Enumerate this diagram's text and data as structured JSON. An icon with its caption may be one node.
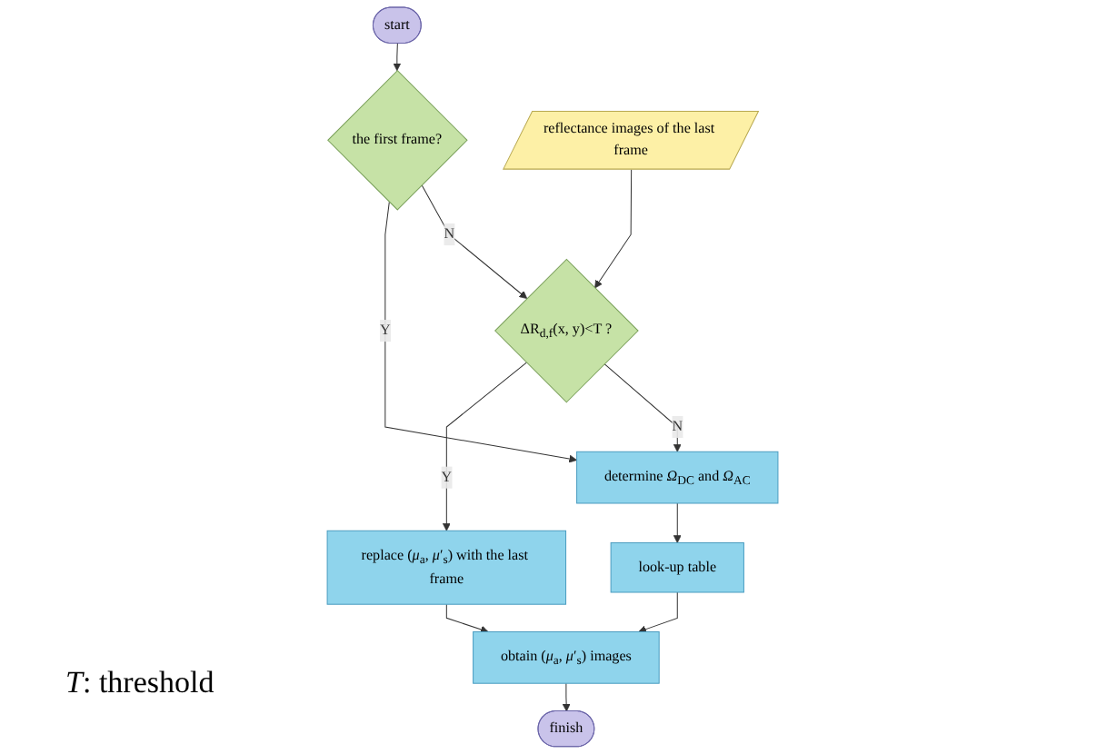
{
  "diagram": {
    "nodes": [
      {
        "text": [
          "start"
        ]
      },
      {
        "text": [
          "the first frame?"
        ]
      },
      {
        "text": [
          "reflectance images of the last frame"
        ]
      },
      {
        "text": [
          "ΔR$_{d,f}$(x, y)<T ?"
        ]
      },
      {
        "text": [
          "determine *Ω*$_{DC}$ and *Ω*$_{AC}$"
        ]
      },
      {
        "text": [
          "look-up table"
        ]
      },
      {
        "text": [
          "replace (*μ*$_{a}$, *μ*′$_{s}$) with the last frame"
        ]
      },
      {
        "text": [
          "obtain (*μ*$_{a}$, *μ*′$_{s}$) images"
        ]
      },
      {
        "text": [
          "finish"
        ]
      }
    ],
    "edges": [
      {
        "from": 0,
        "to": 1,
        "arrow": "to"
      },
      {
        "from": 1,
        "to": 3,
        "arrow": "to",
        "label": "N"
      },
      {
        "from": 1,
        "to": 4,
        "arrow": "to",
        "label": "Y"
      },
      {
        "from": 2,
        "to": 3,
        "arrow": "to"
      },
      {
        "from": 3,
        "to": 4,
        "arrow": "to",
        "label": "N"
      },
      {
        "from": 3,
        "to": 6,
        "arrow": "to",
        "label": "Y"
      },
      {
        "from": 4,
        "to": 5,
        "arrow": "to"
      },
      {
        "from": 6,
        "to": 7,
        "arrow": "to"
      },
      {
        "from": 5,
        "to": 7,
        "arrow": "to"
      },
      {
        "from": 7,
        "to": 8,
        "arrow": "to"
      }
    ],
    "labels": [
      "*T*: threshold"
    ]
  }
}
